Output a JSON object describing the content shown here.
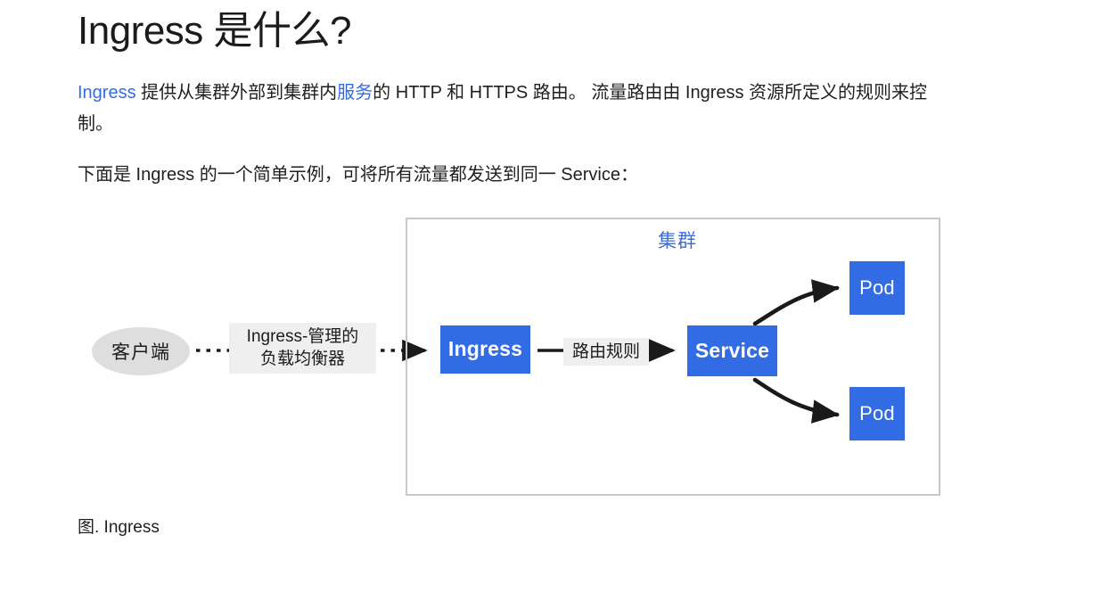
{
  "document": {
    "title": "Ingress 是什么?",
    "paragraph_1": {
      "link_1": "Ingress",
      "text_1": " 提供从集群外部到集群内",
      "link_2": "服务",
      "text_2": "的 HTTP 和 HTTPS 路由。 流量路由由 Ingress 资源所定义的规则来控制。"
    },
    "paragraph_2": "下面是 Ingress 的一个简单示例，可将所有流量都发送到同一 Service：",
    "figure_caption": "图. Ingress"
  },
  "diagram": {
    "type": "flow-diagram",
    "cluster_label": "集群",
    "client_node": "客户端",
    "ingress_node": "Ingress",
    "service_node": "Service",
    "pod_node_top": "Pod",
    "pod_node_bottom": "Pod",
    "load_balancer_label_line1": "Ingress-管理的",
    "load_balancer_label_line2": "负载均衡器",
    "routing_rules_label": "路由规则",
    "colors": {
      "node_blue": "#326ce5",
      "node_text": "#ffffff",
      "client_gray": "#dedede",
      "cluster_border": "#c7c7ce",
      "cluster_label_blue": "#3b6ddb",
      "edge_label_bg": "#efefef",
      "link_blue": "#326ce5",
      "arrow_black": "#1a1a1a"
    }
  }
}
